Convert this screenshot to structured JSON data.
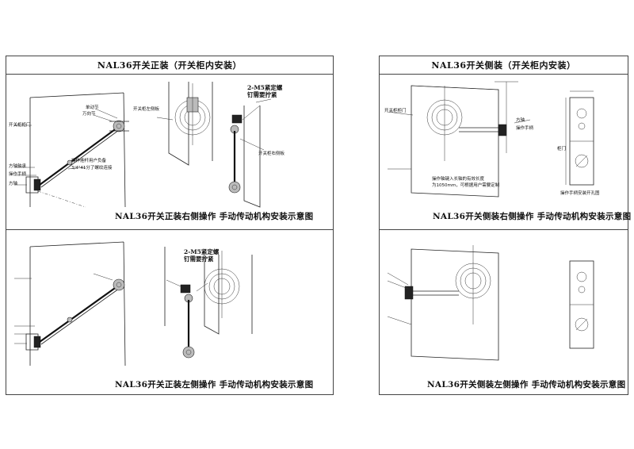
{
  "left_panel": {
    "title": "NAL36开关正装（开关柜内安装）",
    "top_caption": "NAL36开关正装右侧操作  手动传动机构安装示意图",
    "bottom_caption": "NAL36开关正装左侧操作  手动传动机构安装示意图",
    "callout": "2-M5紧定螺\n钉需要拧紧",
    "labels": {
      "cabinet_door": "开关柜柜门",
      "handle": "操作手柄",
      "square_shaft_cover": "方轴轴承",
      "square_shaft": "方轴",
      "universal_joint": "万向节",
      "universal_joint_2": "单动节",
      "side_plate": "开关柜左侧板",
      "side_plate_right": "开关柜右侧板",
      "note": "操作连杆用户负备",
      "note2": "3/4\"41分了螺纹连接",
      "fixed": "单动节"
    }
  },
  "right_panel": {
    "title": "NAL36开关侧装（开关柜内安装）",
    "top_caption": "NAL36开关侧装右侧操作  手动传动机构安装示意图",
    "bottom_caption": "NAL36开关侧装左侧操作  手动传动机构安装示意图",
    "labels": {
      "cabinet_door": "开关柜柜门",
      "square_shaft": "方轴",
      "handle": "操作手柄",
      "door_mount": "操作手柄安装开孔图",
      "cabinet_door2": "柜门",
      "note": "操作轴键入长轴的有效长度\n为1050mm，可根据用户需要定制"
    }
  }
}
